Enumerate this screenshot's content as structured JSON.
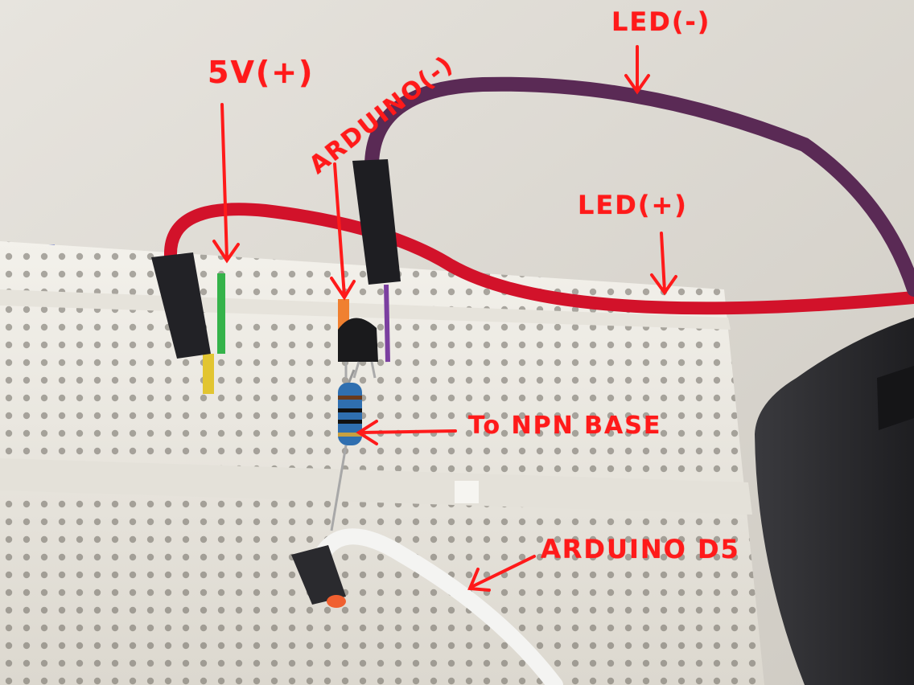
{
  "annotations": {
    "five_volt": "5V(+)",
    "arduino_negative": "ARDUINO(-)",
    "led_negative": "LED(-)",
    "led_positive": "LED(+)",
    "npn_base": "To NPN BASE",
    "arduino_d5": "ARDUINO D5"
  },
  "colors": {
    "annotation": "#ff1a1a",
    "breadboard": "#efede6",
    "red_wire": "#d2122a",
    "purple_wire": "#5a2a55",
    "white_wire": "#f4f4f2",
    "green_jumper": "#35b34a",
    "adapter": "#2b2b2e"
  }
}
